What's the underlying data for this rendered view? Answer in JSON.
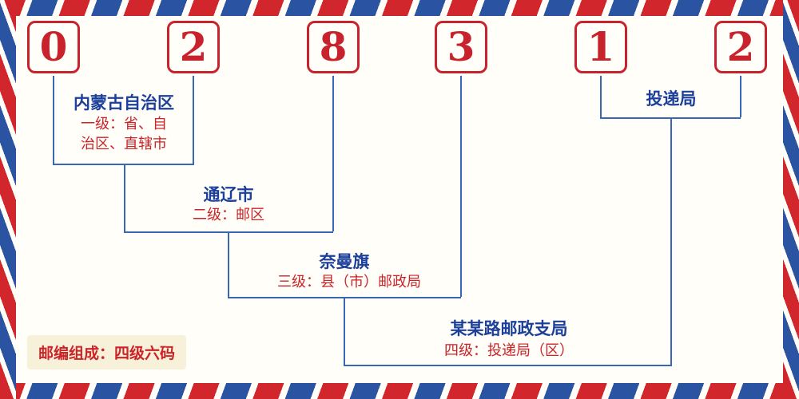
{
  "postal_code": {
    "full_code": "028312",
    "digits": [
      "0",
      "2",
      "8",
      "3",
      "1",
      "2"
    ]
  },
  "levels": [
    {
      "name": "内蒙古自治区",
      "desc": "一级：省、自治区、直辖市"
    },
    {
      "name": "通辽市",
      "desc": "二级：邮区"
    },
    {
      "name": "奈曼旗",
      "desc": "三级：县（市）邮政局"
    },
    {
      "name": "某某路邮政支局",
      "desc": "四级：投递局（区）"
    }
  ],
  "delivery_label": "投递局",
  "footer": {
    "note": "邮编组成：四级六码"
  },
  "colors": {
    "digit_red": "#c8232c",
    "desc_red": "#cb2328",
    "place_blue": "#1c3f9b",
    "line_blue": "#3a67b5",
    "stripe_red": "#d0262c",
    "stripe_blue": "#2a53a2",
    "note_bg": "#f7f1da",
    "background": "#fffef9"
  }
}
